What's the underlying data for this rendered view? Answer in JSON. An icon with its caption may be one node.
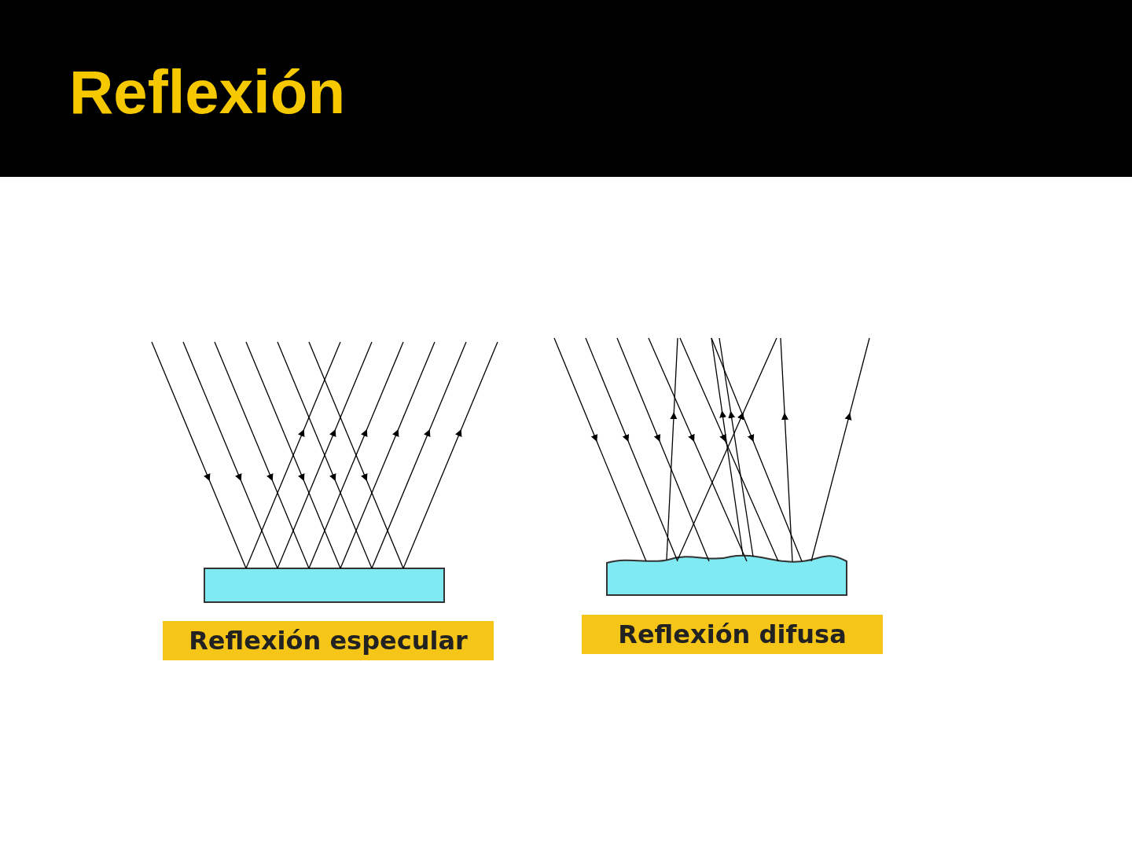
{
  "diagram": {
    "title": "Reflexión",
    "nodes": [
      {
        "text": [
          "Reflexión especular"
        ]
      },
      {
        "text": [
          "Reflexión difusa"
        ]
      }
    ]
  }
}
